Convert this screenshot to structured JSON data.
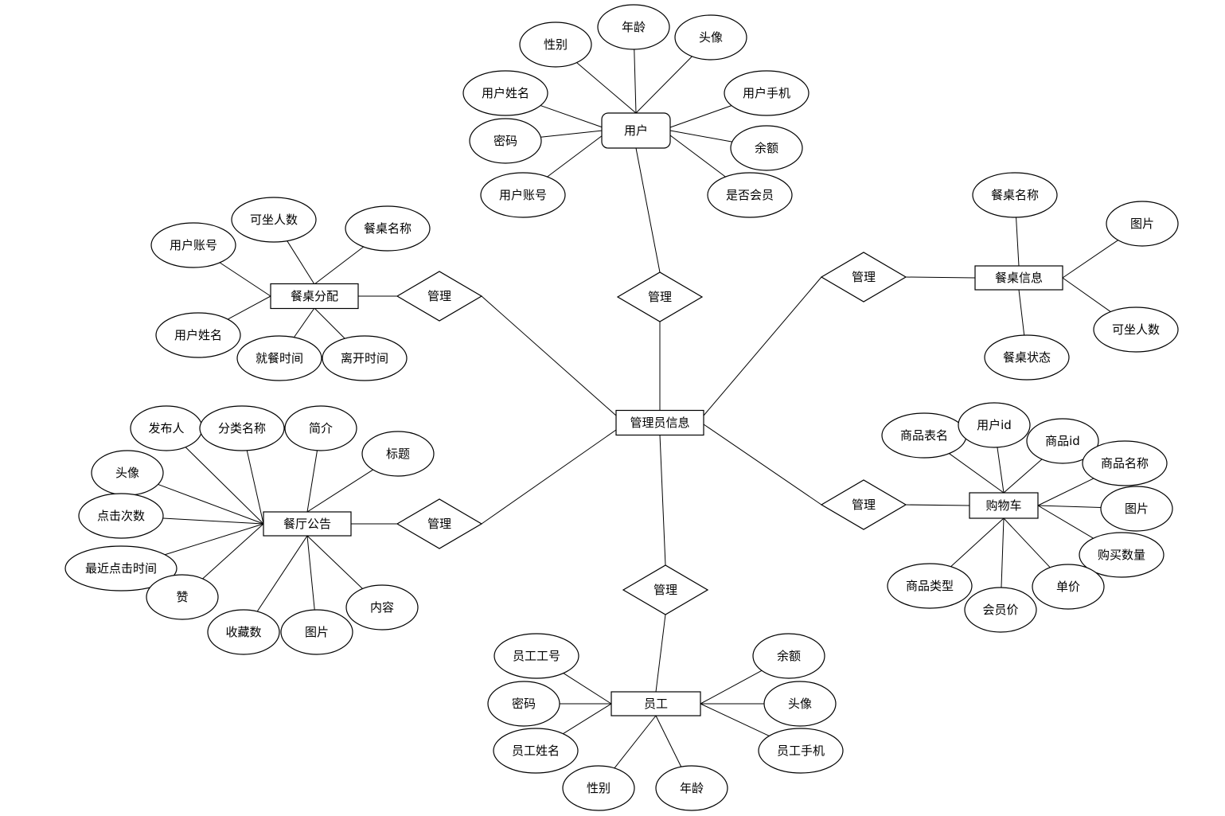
{
  "entities": {
    "admin": "管理员信息",
    "user": "用户",
    "table_info": "餐桌信息",
    "cart": "购物车",
    "staff": "员工",
    "notice": "餐厅公告",
    "table_alloc": "餐桌分配"
  },
  "relationships": {
    "user": "管理",
    "table_info": "管理",
    "cart": "管理",
    "staff": "管理",
    "notice": "管理",
    "table_alloc": "管理"
  },
  "attributes": {
    "user": [
      "年龄",
      "性别",
      "头像",
      "用户姓名",
      "用户手机",
      "密码",
      "余额",
      "用户账号",
      "是否会员"
    ],
    "table_info": [
      "餐桌名称",
      "图片",
      "可坐人数",
      "餐桌状态"
    ],
    "cart": [
      "商品表名",
      "用户id",
      "商品id",
      "商品名称",
      "图片",
      "购买数量",
      "单价",
      "会员价",
      "商品类型"
    ],
    "staff": [
      "员工工号",
      "密码",
      "员工姓名",
      "性别",
      "年龄",
      "余额",
      "头像",
      "员工手机"
    ],
    "notice": [
      "发布人",
      "分类名称",
      "简介",
      "标题",
      "头像",
      "点击次数",
      "最近点击时间",
      "赞",
      "收藏数",
      "图片",
      "内容"
    ],
    "table_alloc": [
      "可坐人数",
      "用户账号",
      "餐桌名称",
      "用户姓名",
      "就餐时间",
      "离开时间"
    ]
  }
}
